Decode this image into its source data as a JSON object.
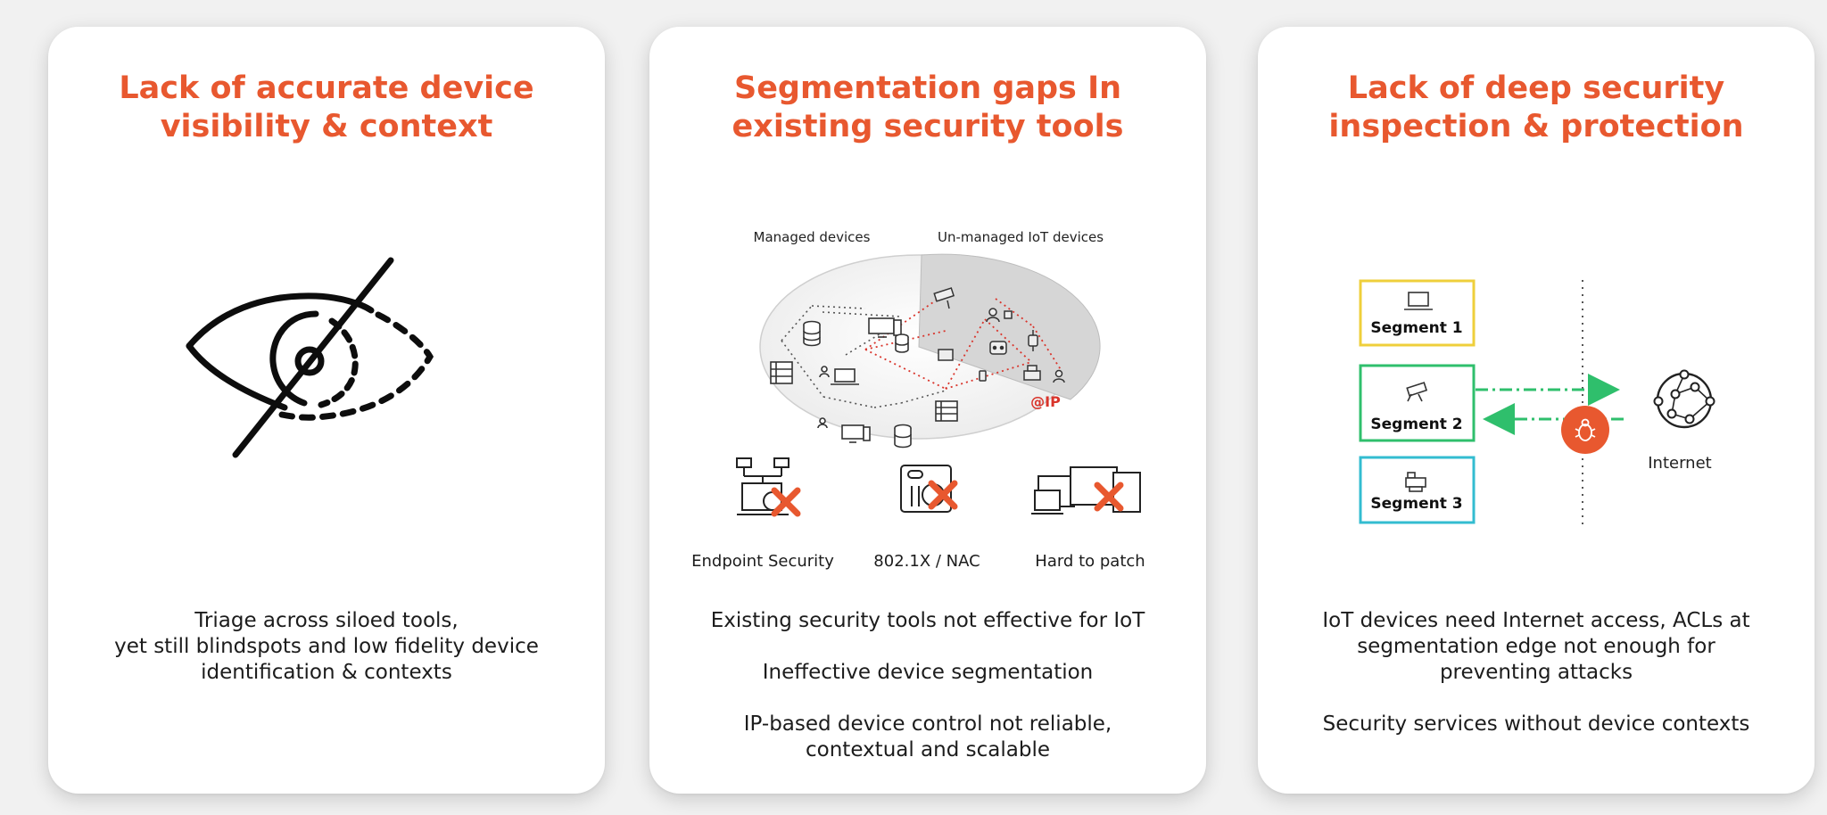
{
  "colors": {
    "accent": "#e8582f",
    "segment1": "#efcf3b",
    "segment2": "#2fbf6c",
    "segment3": "#33bcd0",
    "arrow": "#2fbf6c",
    "ip_red": "#d9342b"
  },
  "cards": [
    {
      "title_lines": [
        "Lack of accurate device",
        "visibility & context"
      ],
      "illustration_icon": "eye-slash-icon",
      "body_paragraphs": [
        [
          "Triage across siloed tools,",
          "yet still blindspots and low fidelity device",
          "identification & contexts"
        ]
      ]
    },
    {
      "title_lines": [
        "Segmentation gaps In",
        "existing security tools"
      ],
      "diagram": {
        "managed_label": "Managed devices",
        "unmanaged_label": "Un-managed IoT devices",
        "ip_label": "@IP",
        "tools": [
          {
            "label": "Endpoint Security",
            "icon": "endpoint-security-icon"
          },
          {
            "label": "802.1X / NAC",
            "icon": "nac-switch-icon"
          },
          {
            "label": "Hard to patch",
            "icon": "legacy-devices-icon"
          }
        ]
      },
      "body_paragraphs": [
        [
          "Existing security tools not effective for IoT"
        ],
        [
          "Ineffective device segmentation"
        ],
        [
          "IP-based device control not reliable,",
          "contextual and scalable"
        ]
      ]
    },
    {
      "title_lines": [
        "Lack of deep security",
        "inspection & protection"
      ],
      "diagram": {
        "segments": [
          {
            "label": "Segment 1",
            "icon": "laptop-icon"
          },
          {
            "label": "Segment 2",
            "icon": "camera-icon"
          },
          {
            "label": "Segment 3",
            "icon": "printer-icon"
          }
        ],
        "internet_label": "Internet",
        "threat_icon": "malware-bug-icon"
      },
      "body_paragraphs": [
        [
          "IoT devices need Internet access, ACLs at",
          "segmentation edge not enough for",
          "preventing attacks"
        ],
        [
          "Security services without device contexts"
        ]
      ]
    }
  ]
}
